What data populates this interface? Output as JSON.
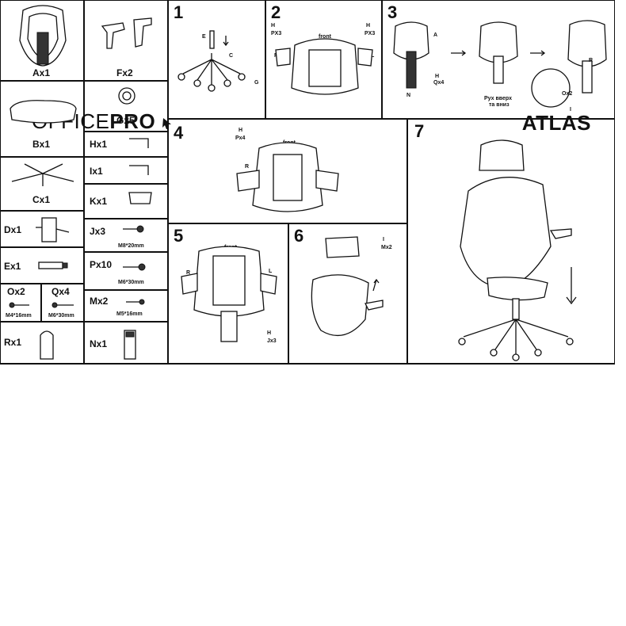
{
  "header": {
    "brand_left": "OFFICE",
    "brand_right": "PRO",
    "model": "ATLAS"
  },
  "parts": {
    "ax": "Ax1",
    "fx": "Fx2",
    "bx": "Bx1",
    "gx": "Gx5",
    "hx": "Hx1",
    "ix": "Ix1",
    "cx": "Cx1",
    "kx": "Kx1",
    "dx": "Dx1",
    "jx": "Jx3",
    "jx_size": "M8*20mm",
    "ex": "Ex1",
    "px": "Px10",
    "px_size": "M6*30mm",
    "ox": "Ox2",
    "ox_size": "M4*16mm",
    "qx": "Qx4",
    "qx_size": "M6*30mm",
    "mx": "Mx2",
    "mx_size": "M5*16mm",
    "rx": "Rx1",
    "nx": "Nx1"
  },
  "steps": {
    "s1": {
      "num": "1",
      "E": "E",
      "C": "C",
      "G": "G"
    },
    "s2": {
      "num": "2",
      "H_left": "H",
      "H_right": "H",
      "px_left": "PX3",
      "px_right": "PX3",
      "front": "front",
      "R": "R",
      "L": "L"
    },
    "s3": {
      "num": "3",
      "A": "A",
      "H": "H",
      "N": "N",
      "qx": "Qx4",
      "R": "R",
      "caption_line1": "Рух вверх",
      "caption_line2": "та вниз",
      "ox": "Ox2",
      "I": "I"
    },
    "s4": {
      "num": "4",
      "H": "H",
      "px": "Px4",
      "front": "front",
      "R": "R"
    },
    "s5": {
      "num": "5",
      "front": "front",
      "R": "R",
      "L": "L",
      "H": "H",
      "jx": "Jx3"
    },
    "s6": {
      "num": "6",
      "I": "I",
      "mx": "Mx2"
    },
    "s7": {
      "num": "7"
    }
  }
}
